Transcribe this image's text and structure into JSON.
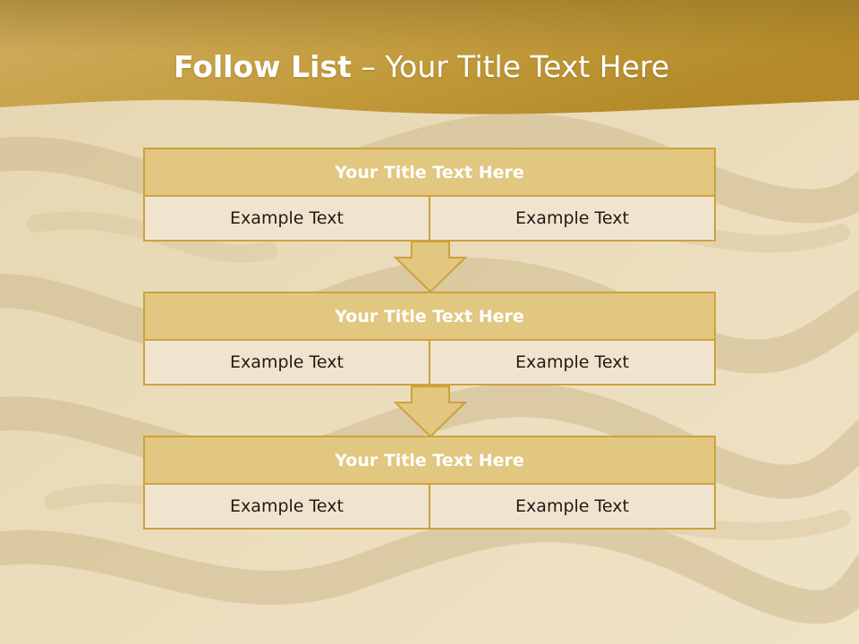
{
  "slide": {
    "title_bold": "Follow List",
    "title_rest": " – Your Title Text Here"
  },
  "blocks": [
    {
      "title": "Your Title Text Here",
      "left": "Example Text",
      "right": "Example Text"
    },
    {
      "title": "Your Title Text Here",
      "left": "Example Text",
      "right": "Example Text"
    },
    {
      "title": "Your Title Text Here",
      "left": "Example Text",
      "right": "Example Text"
    }
  ],
  "colors": {
    "header_gold": "#b88a22",
    "title_fill": "#e2c780",
    "border_gold": "#cda23c",
    "cell_fill": "#f1e4cf"
  }
}
